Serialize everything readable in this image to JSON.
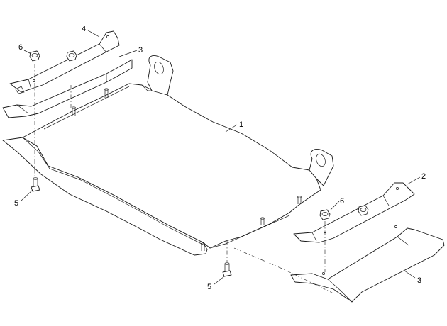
{
  "callouts": {
    "c1": "1",
    "c2": "2",
    "c3a": "3",
    "c3b": "3",
    "c4": "4",
    "c5a": "5",
    "c5b": "5",
    "c6a": "6",
    "c6b": "6"
  },
  "colors": {
    "line": "#1a1a1a",
    "fill": "#ffffff"
  }
}
